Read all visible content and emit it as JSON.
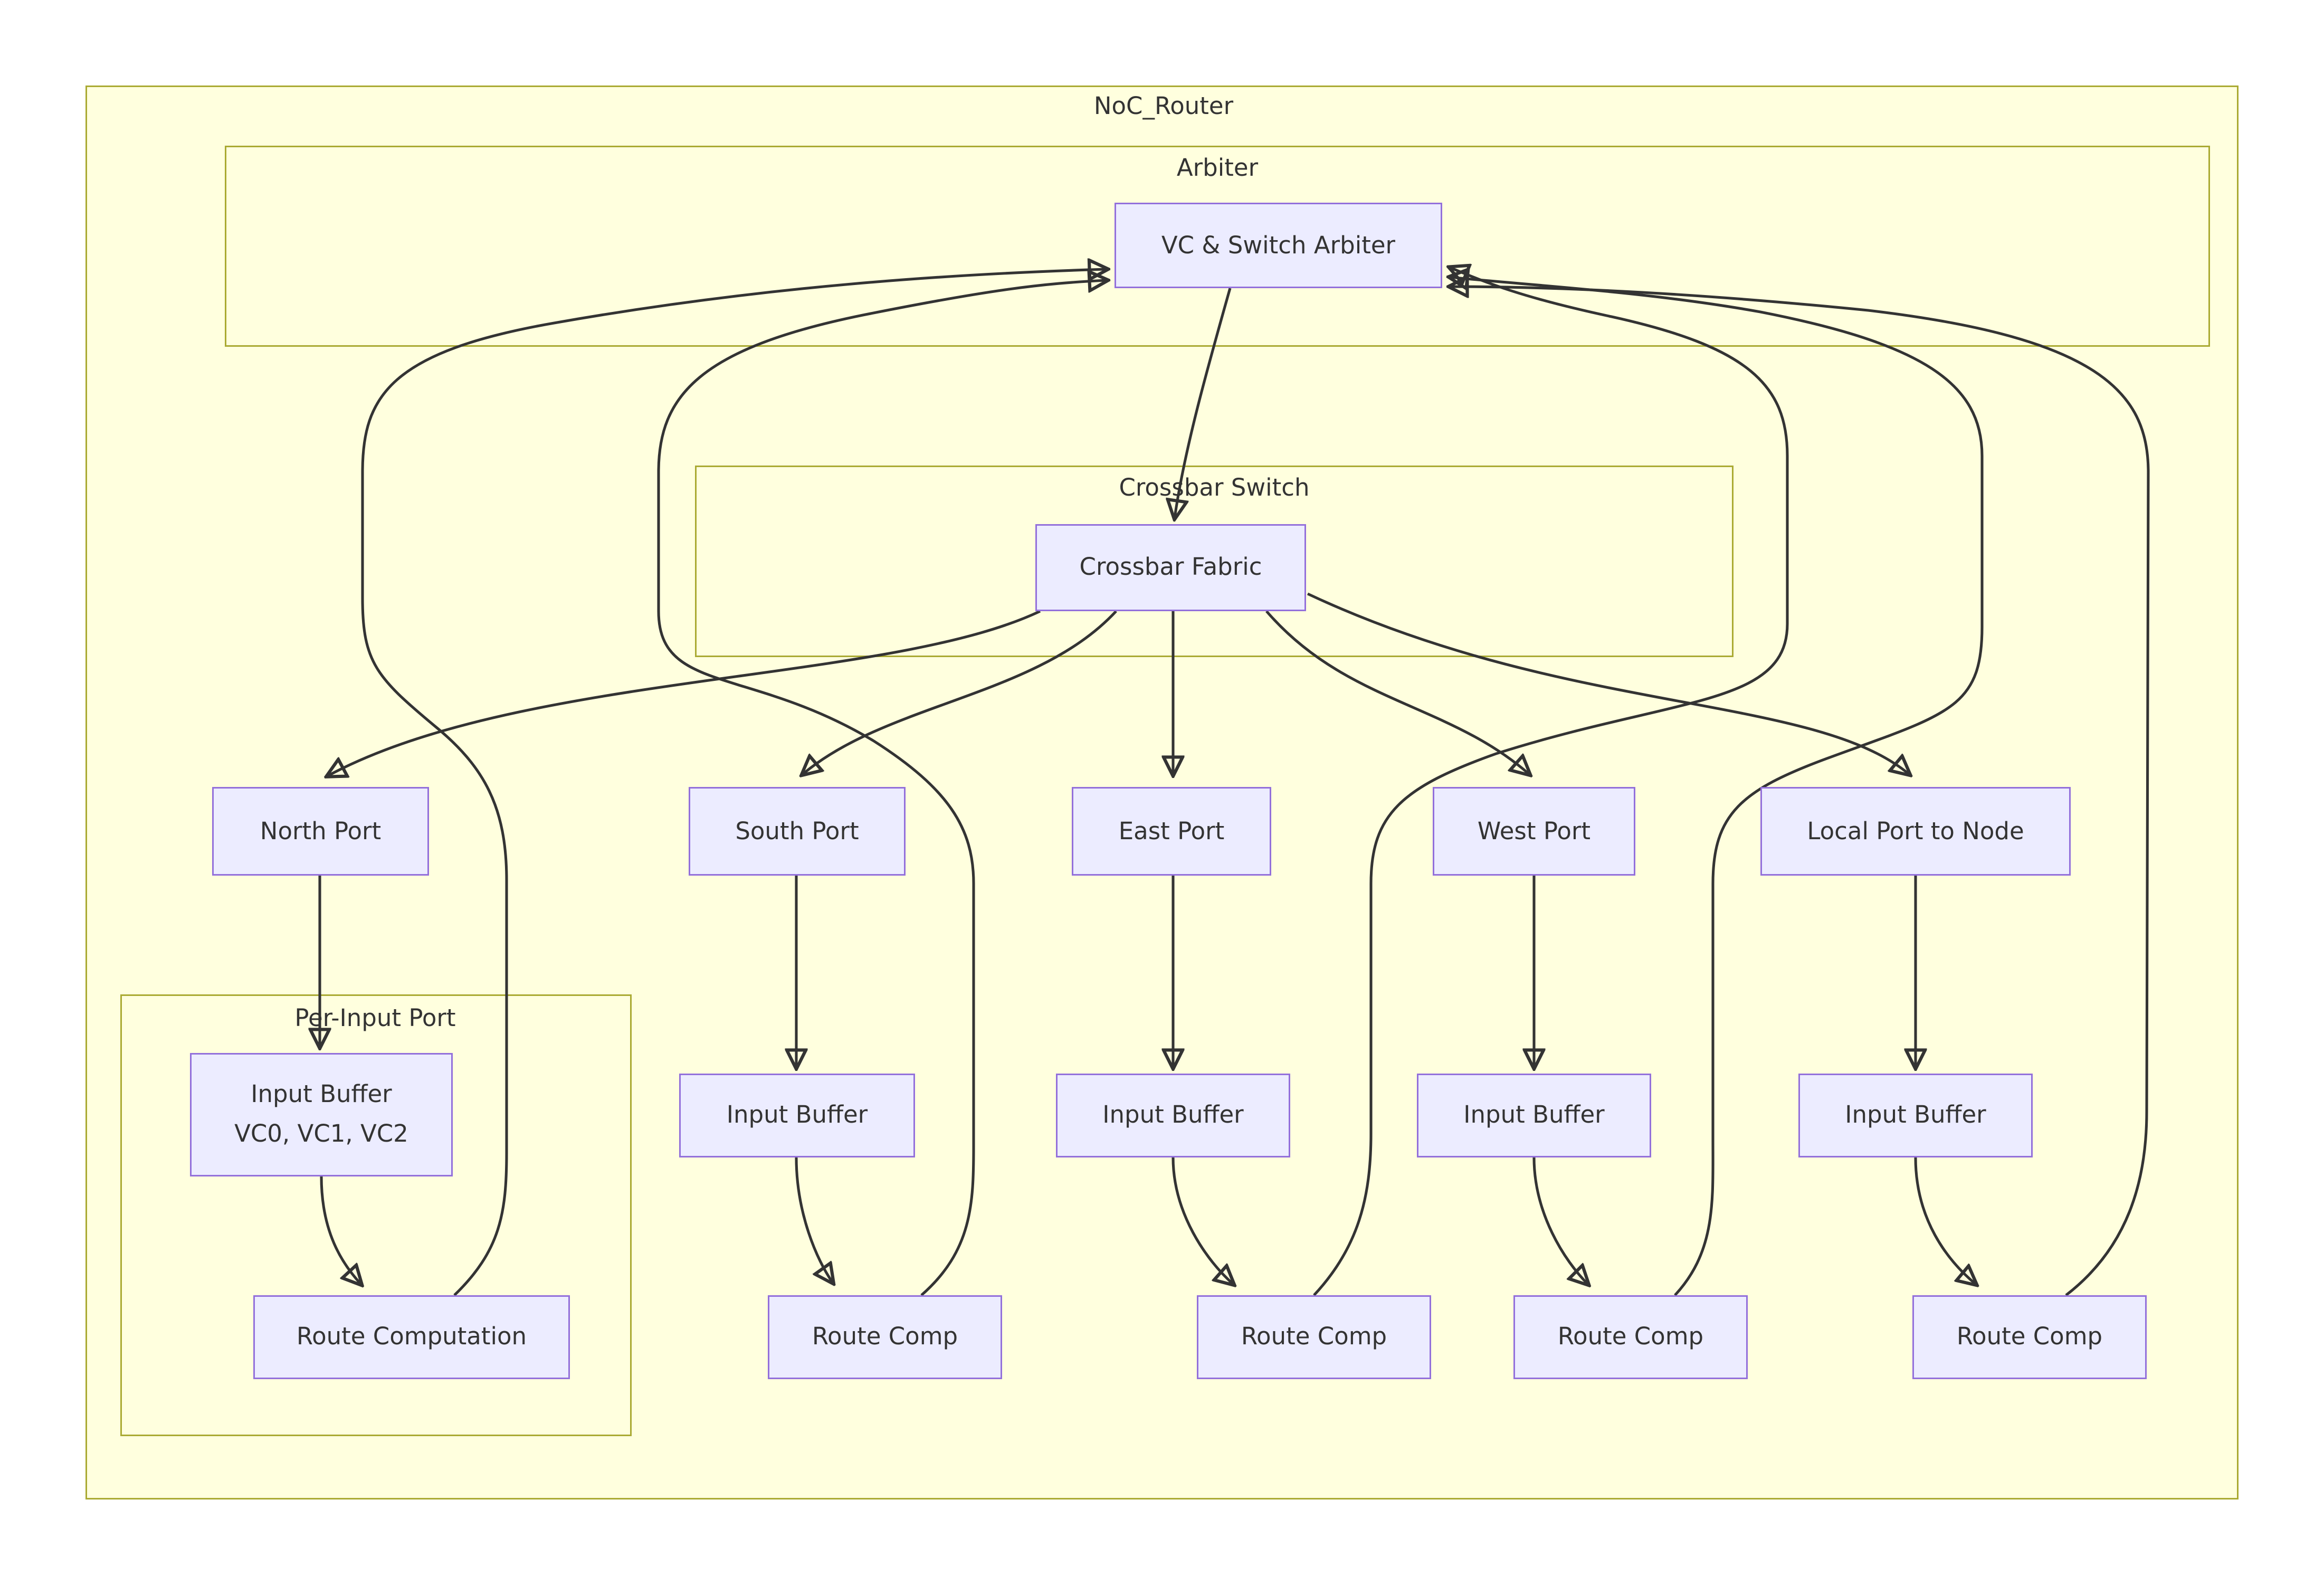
{
  "diagram": {
    "type": "flowchart",
    "root_label": "NoC_Router",
    "clusters": {
      "arbiter": {
        "label": "Arbiter"
      },
      "crossbar": {
        "label": "Crossbar Switch"
      },
      "per_input": {
        "label": "Per-Input Port"
      }
    },
    "nodes": {
      "arb": {
        "label": "VC & Switch Arbiter"
      },
      "fabric": {
        "label": "Crossbar Fabric"
      },
      "north_port": {
        "label": "North Port"
      },
      "south_port": {
        "label": "South Port"
      },
      "east_port": {
        "label": "East Port"
      },
      "west_port": {
        "label": "West Port"
      },
      "local_port": {
        "label": "Local Port to Node"
      },
      "ib_north": {
        "line1": "Input Buffer",
        "line2": "VC0, VC1, VC2"
      },
      "ib_south": {
        "label": "Input Buffer"
      },
      "ib_east": {
        "label": "Input Buffer"
      },
      "ib_west": {
        "label": "Input Buffer"
      },
      "ib_local": {
        "label": "Input Buffer"
      },
      "rc_north": {
        "label": "Route Computation"
      },
      "rc_south": {
        "label": "Route Comp"
      },
      "rc_east": {
        "label": "Route Comp"
      },
      "rc_west": {
        "label": "Route Comp"
      },
      "rc_local": {
        "label": "Route Comp"
      }
    },
    "edges": [
      {
        "from": "arb",
        "to": "fabric"
      },
      {
        "from": "fabric",
        "to": "north_port"
      },
      {
        "from": "fabric",
        "to": "south_port"
      },
      {
        "from": "fabric",
        "to": "east_port"
      },
      {
        "from": "fabric",
        "to": "west_port"
      },
      {
        "from": "fabric",
        "to": "local_port"
      },
      {
        "from": "north_port",
        "to": "ib_north"
      },
      {
        "from": "south_port",
        "to": "ib_south"
      },
      {
        "from": "east_port",
        "to": "ib_east"
      },
      {
        "from": "west_port",
        "to": "ib_west"
      },
      {
        "from": "local_port",
        "to": "ib_local"
      },
      {
        "from": "ib_north",
        "to": "rc_north"
      },
      {
        "from": "ib_south",
        "to": "rc_south"
      },
      {
        "from": "ib_east",
        "to": "rc_east"
      },
      {
        "from": "ib_west",
        "to": "rc_west"
      },
      {
        "from": "ib_local",
        "to": "rc_local"
      },
      {
        "from": "rc_north",
        "to": "arb"
      },
      {
        "from": "rc_south",
        "to": "arb"
      },
      {
        "from": "rc_east",
        "to": "arb"
      },
      {
        "from": "rc_west",
        "to": "arb"
      },
      {
        "from": "rc_local",
        "to": "arb"
      }
    ],
    "colors": {
      "canvas_background": "#ffffff",
      "cluster_fill": "#ffffde",
      "cluster_border": "#aaaa33",
      "node_fill": "#ECECFF",
      "node_border": "#9370DB",
      "edge_stroke": "#333333",
      "text": "#333333"
    }
  }
}
